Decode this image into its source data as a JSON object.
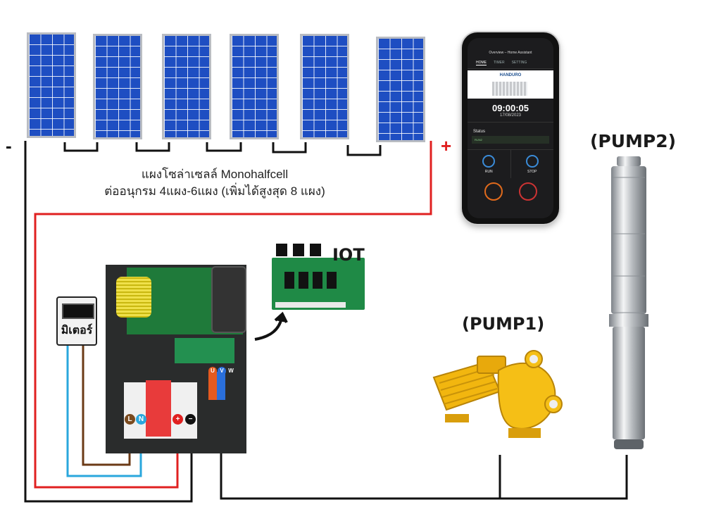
{
  "labels": {
    "minus_sign": "-",
    "plus_sign": "+",
    "caption_line1": "แผงโซล่าเซลล์ Monohalfcell",
    "caption_line2": "ต่ออนุกรม 4แผง-6แผง (เพิ่มได้สูงสุด 8 แผง)",
    "iot": "IOT",
    "pump1": "(PUMP1)",
    "pump2": "(PUMP2)",
    "meter": "มิเตอร์"
  },
  "terminals": {
    "L": "L",
    "N": "N",
    "plus": "+",
    "minus": "−",
    "U": "U",
    "V": "V",
    "W": "W"
  },
  "phone": {
    "title": "Overview – Home Assistant",
    "tabs": [
      "HOME",
      "TIMER",
      "SETTING"
    ],
    "brand": "HANDURO",
    "time": "09:00:05",
    "date": "17/08/2023",
    "status_heading": "Status",
    "status_value": "RUN2",
    "run_label": "RUN",
    "stop_label": "STOP"
  },
  "colors": {
    "wire_red": "#e02020",
    "wire_black": "#111111",
    "wire_blue": "#2aa7dd",
    "wire_brown": "#6b3a16",
    "panel_blue": "#1e4ec2",
    "pump1_yellow": "#f2b60f"
  }
}
